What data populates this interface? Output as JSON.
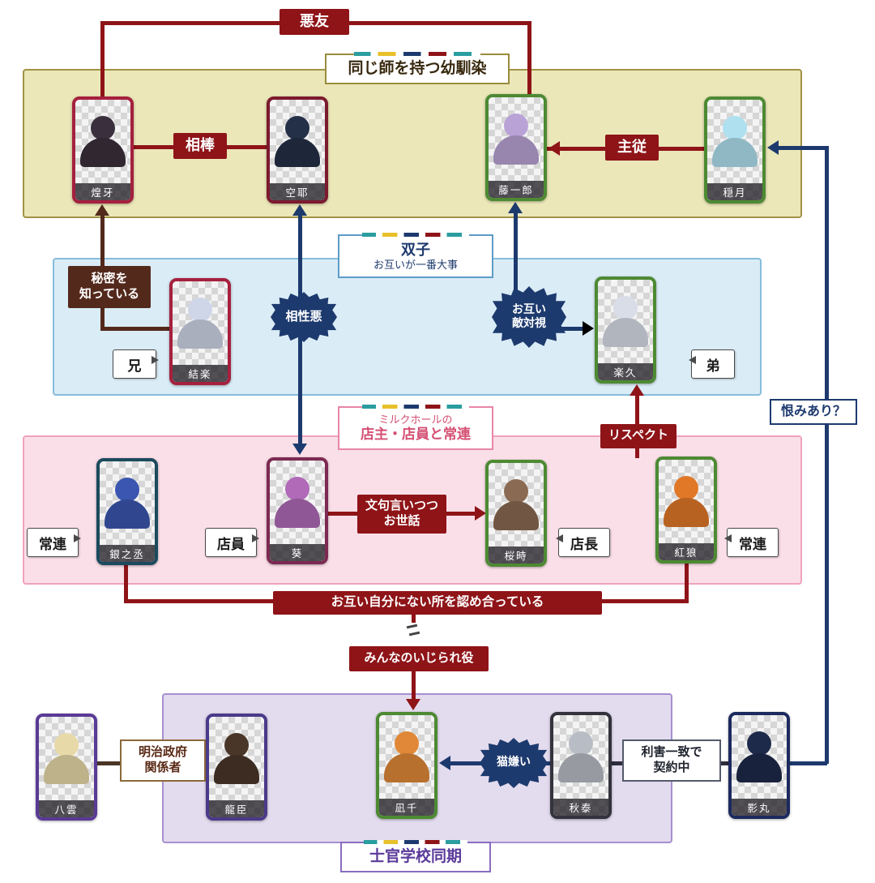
{
  "groups": {
    "childhood_friends": {
      "label": "同じ師を持つ幼馴染",
      "bg": "#ebe7b8",
      "border": "#a09344",
      "label_border": "#998c3c",
      "text": "#38290f"
    },
    "twins": {
      "title": "双子",
      "subtitle": "お互いが一番大事",
      "bg": "#daecf6",
      "border": "#85bddc",
      "label_border": "#5d9cc6",
      "text": "#1d3a6e"
    },
    "milk_hall": {
      "line1": "ミルクホールの",
      "line2": "店主・店員と常連",
      "bg": "#fbdfe8",
      "border": "#f0a2bc",
      "label_border": "#e886a6",
      "text": "#d44f72"
    },
    "military_academy": {
      "label": "士官学校同期",
      "bg": "#e3dbee",
      "border": "#a78fd0",
      "label_border": "#8a6cc0",
      "text": "#5a3a9a"
    }
  },
  "characters": {
    "kouga": {
      "name": "煌牙",
      "frame": "#a6203e",
      "hair": "#3a2f3c"
    },
    "kuuya": {
      "name": "空耶",
      "frame": "#7c1a2e",
      "hair": "#243047"
    },
    "touichirou": {
      "name": "藤一郎",
      "frame": "#4d8a33",
      "hair": "#b9a3d6"
    },
    "ongetsu": {
      "name": "穏月",
      "frame": "#4d8a33",
      "hair": "#aee0ef"
    },
    "yura": {
      "name": "結楽",
      "frame": "#a6203e",
      "hair": "#cfd6e8"
    },
    "raku": {
      "name": "楽久",
      "frame": "#4d8a33",
      "hair": "#d8dde8"
    },
    "ginnojou": {
      "name": "銀之丞",
      "frame": "#1c4a5e",
      "hair": "#3a56b0"
    },
    "aoi": {
      "name": "葵",
      "frame": "#7c2a52",
      "hair": "#b06ab8"
    },
    "outoki": {
      "name": "桜時",
      "frame": "#4d8a33",
      "hair": "#8a6a52"
    },
    "kourou": {
      "name": "紅狼",
      "frame": "#4d8a33",
      "hair": "#e07828"
    },
    "yakumo": {
      "name": "八雲",
      "frame": "#5a3a96",
      "hair": "#e8d9a8"
    },
    "tatsuomi": {
      "name": "龍臣",
      "frame": "#4a3a8a",
      "hair": "#4a3628"
    },
    "nagi": {
      "name": "凪千",
      "frame": "#4d8a33",
      "hair": "#e08838"
    },
    "shuutai": {
      "name": "秋泰",
      "frame": "#33333d",
      "hair": "#b8bcc4"
    },
    "kagemaru": {
      "name": "影丸",
      "frame": "#1c2a5e",
      "hair": "#1e2a4a"
    }
  },
  "relations": {
    "akuyuu": "悪友",
    "aibou": "相棒",
    "shujuu": "主従",
    "himitsu": "秘密を\n知っている",
    "aishou_waru": "相性悪",
    "tekitaishi": "お互い\n敵対視",
    "respect": "リスペクト",
    "monku_osewa": "文句言いつつ\nお世話",
    "mitomeau": "お互い自分にない所を認め合っている",
    "ijirareyaku": "みんなのいじられ役",
    "neko_girai": "猫嫌い",
    "meiji_seifu": "明治政府\n関係者",
    "rigai_icchi": "利害一致で\n契約中",
    "urami": "恨みあり？"
  },
  "tags": {
    "brother_elder": "兄",
    "brother_younger": "弟",
    "regular_left": "常連",
    "staff": "店員",
    "manager": "店長",
    "regular_right": "常連"
  },
  "colors": {
    "red_line": "#8e1418",
    "brown_line": "#53291c",
    "navy_line": "#1d3a6e",
    "meiji_line": "#4a3626",
    "rigai_line": "#2e2e3c"
  }
}
